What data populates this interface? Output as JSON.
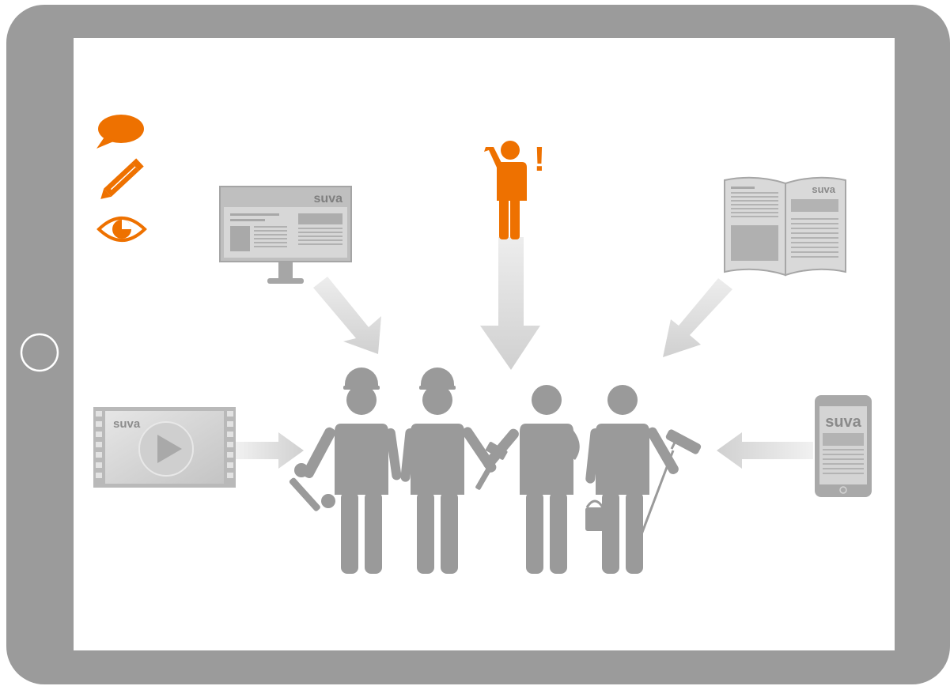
{
  "brand": {
    "monitor_label": "suva",
    "brochure_label": "suva",
    "video_label": "suva",
    "phone_label": "suva"
  },
  "tablet": {
    "frame_color": "#9b9b9b",
    "screen_color": "#ffffff",
    "home_button_icon": "home-button-circle-icon"
  },
  "legend_icons": [
    "speech-bubble-icon",
    "pencil-icon",
    "eye-icon"
  ],
  "alert": {
    "figure_icon": "raised-hand-person-icon",
    "symbol": "!"
  },
  "channels": [
    "website-monitor-icon",
    "brochure-icon",
    "video-player-icon",
    "smartphone-icon"
  ],
  "workers": [
    "worker-with-wrench-icon",
    "worker-with-hammer-icon",
    "worker-icon",
    "worker-with-paint-roller-icon"
  ],
  "colors": {
    "accent": "#ee7100",
    "figure_gray": "#9a9a9a",
    "arrow_gray": "#d2d2d2",
    "device_gray": "#bdbdbd"
  }
}
